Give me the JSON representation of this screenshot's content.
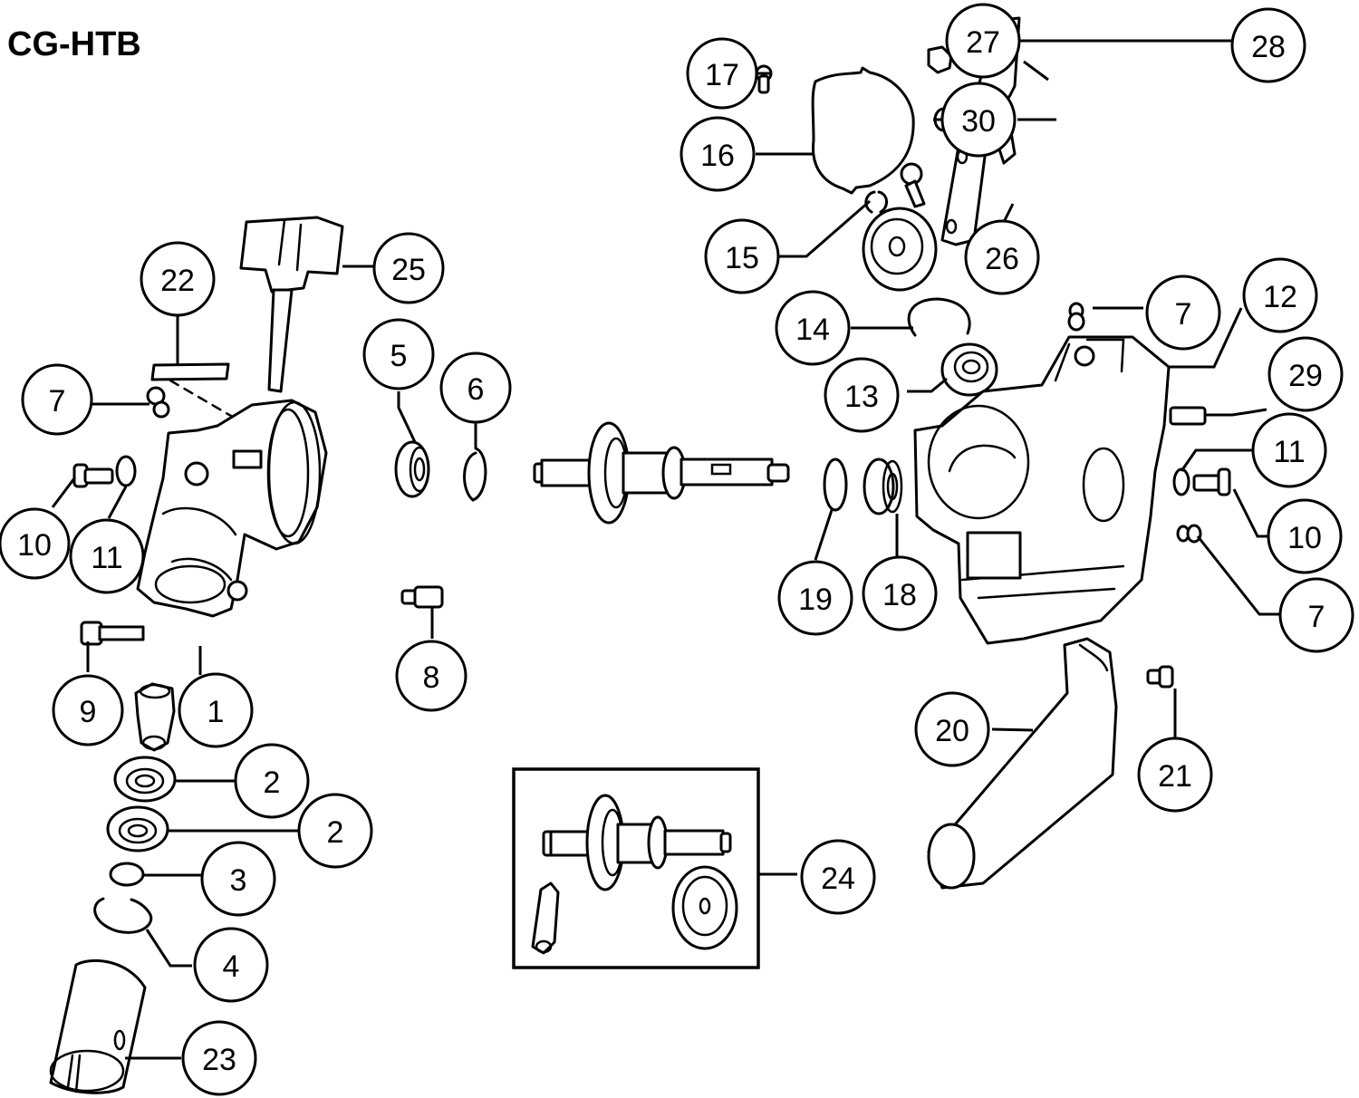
{
  "title": "CG-HTB",
  "callouts": {
    "c1": "1",
    "c2a": "2",
    "c2b": "2",
    "c3": "3",
    "c4": "4",
    "c5": "5",
    "c6": "6",
    "c7a": "7",
    "c7b": "7",
    "c7c": "7",
    "c8": "8",
    "c9": "9",
    "c10a": "10",
    "c10b": "10",
    "c11a": "11",
    "c11b": "11",
    "c12": "12",
    "c13": "13",
    "c14": "14",
    "c15": "15",
    "c16": "16",
    "c17": "17",
    "c18": "18",
    "c19": "19",
    "c20": "20",
    "c21": "21",
    "c22": "22",
    "c23": "23",
    "c24": "24",
    "c25": "25",
    "c26": "26",
    "c27": "27",
    "c28": "28",
    "c29": "29",
    "c30": "30"
  }
}
